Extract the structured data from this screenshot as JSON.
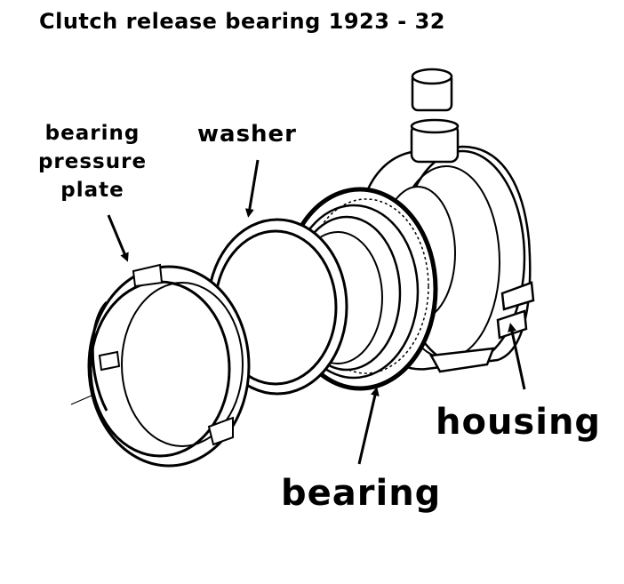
{
  "title": "Clutch release bearing 1923 - 32",
  "labels": {
    "bearing_pressure_plate": [
      "bearing",
      "pressure",
      "plate"
    ],
    "washer": "washer",
    "housing": "housing",
    "bearing": "bearing"
  },
  "colors": {
    "ink": "#000000",
    "paper": "#ffffff"
  }
}
